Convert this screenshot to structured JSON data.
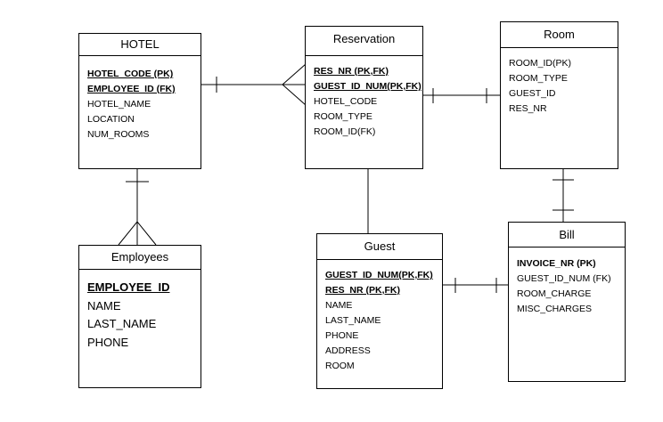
{
  "entities": {
    "hotel": {
      "title": "HOTEL",
      "attributes": [
        {
          "text": "HOTEL_CODE (PK)",
          "key": true
        },
        {
          "text": "EMPLOYEE_ID (FK)",
          "key": true
        },
        {
          "text": "HOTEL_NAME",
          "key": false
        },
        {
          "text": "LOCATION",
          "key": false
        },
        {
          "text": "NUM_ROOMS",
          "key": false
        }
      ]
    },
    "reservation": {
      "title": "Reservation",
      "attributes": [
        {
          "text": "RES_NR (PK,FK)",
          "key": true
        },
        {
          "text": "GUEST_ID_NUM(PK,FK)",
          "key": true
        },
        {
          "text": "HOTEL_CODE",
          "key": false
        },
        {
          "text": "ROOM_TYPE",
          "key": false
        },
        {
          "text": "ROOM_ID(FK)",
          "key": false
        }
      ]
    },
    "room": {
      "title": "Room",
      "attributes": [
        {
          "text": "ROOM_ID(PK)",
          "key": false
        },
        {
          "text": "ROOM_TYPE",
          "key": false
        },
        {
          "text": "GUEST_ID",
          "key": false
        },
        {
          "text": "RES_NR",
          "key": false
        }
      ]
    },
    "employees": {
      "title": "Employees",
      "attributes": [
        {
          "text": "EMPLOYEE_ID",
          "key": true
        },
        {
          "text": "NAME",
          "key": false
        },
        {
          "text": "LAST_NAME",
          "key": false
        },
        {
          "text": "PHONE",
          "key": false
        }
      ]
    },
    "guest": {
      "title": "Guest",
      "attributes": [
        {
          "text": "GUEST_ID_NUM(PK,FK)",
          "key": true
        },
        {
          "text": "RES_NR (PK,FK)",
          "key": true
        },
        {
          "text": "NAME",
          "key": false
        },
        {
          "text": "LAST_NAME",
          "key": false
        },
        {
          "text": "PHONE",
          "key": false
        },
        {
          "text": "ADDRESS",
          "key": false
        },
        {
          "text": "ROOM",
          "key": false
        }
      ]
    },
    "bill": {
      "title": "Bill",
      "attributes": [
        {
          "text": "INVOICE_NR (PK)",
          "key": true,
          "underline": false
        },
        {
          "text": "GUEST_ID_NUM (FK)",
          "key": false
        },
        {
          "text": "ROOM_CHARGE",
          "key": false
        },
        {
          "text": "MISC_CHARGES",
          "key": false
        }
      ]
    }
  },
  "relationships": [
    {
      "from": "hotel",
      "to": "reservation",
      "from_end": "one",
      "to_end": "many"
    },
    {
      "from": "hotel",
      "to": "employees",
      "from_end": "one",
      "to_end": "many"
    },
    {
      "from": "reservation",
      "to": "room",
      "from_end": "one",
      "to_end": "one"
    },
    {
      "from": "reservation",
      "to": "guest",
      "from_end": "none",
      "to_end": "none"
    },
    {
      "from": "room",
      "to": "bill",
      "from_end": "one",
      "to_end": "one"
    },
    {
      "from": "guest",
      "to": "bill",
      "from_end": "one",
      "to_end": "one"
    }
  ],
  "colors": {
    "line": "#000000",
    "background": "#ffffff"
  }
}
